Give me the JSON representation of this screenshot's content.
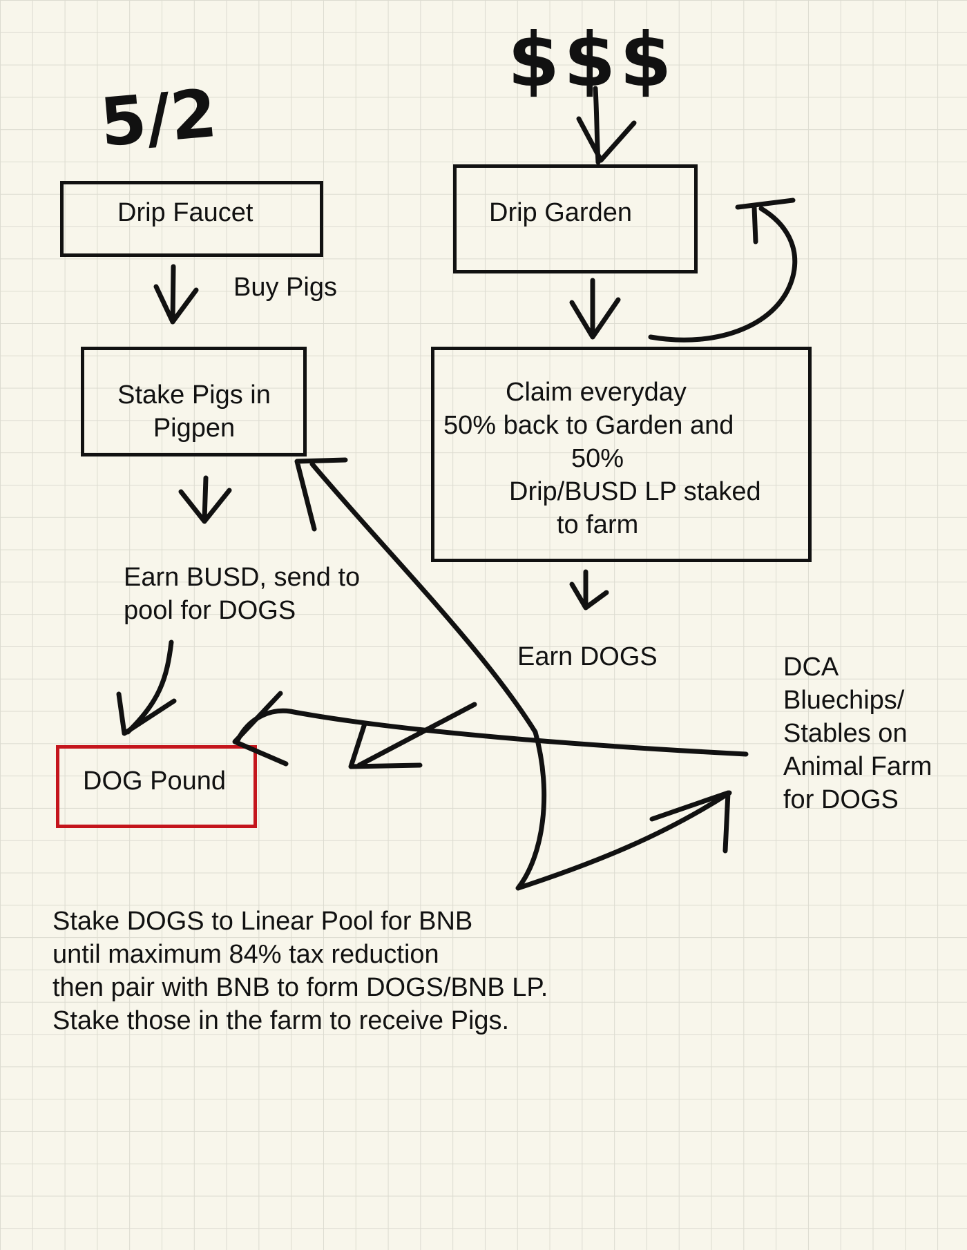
{
  "annotations": {
    "date": "5/2",
    "money": "$$$"
  },
  "nodes": {
    "drip_faucet": "Drip Faucet",
    "drip_garden": "Drip Garden",
    "stake_pigs": [
      "Stake Pigs in",
      "Pigpen"
    ],
    "claim": [
      "Claim everyday",
      "50% back to Garden and",
      "50%",
      "Drip/BUSD LP staked",
      "to farm"
    ],
    "dog_pound": "DOG Pound"
  },
  "labels": {
    "buy_pigs": "Buy Pigs",
    "earn_busd": [
      "Earn BUSD, send to",
      "pool for DOGS"
    ],
    "earn_dogs": "Earn DOGS",
    "dca": [
      "DCA",
      "Bluechips/",
      "Stables on",
      "Animal Farm",
      "for DOGS"
    ],
    "stake_dogs": [
      "Stake DOGS to Linear Pool for BNB",
      "until maximum 84% tax reduction",
      "then pair with BNB to form DOGS/BNB LP.",
      "Stake those in the farm to receive Pigs."
    ]
  },
  "colors": {
    "background": "#f8f6eb",
    "grid": "#dcdbd0",
    "ink": "#111111",
    "highlight_box": "#c4151c"
  }
}
